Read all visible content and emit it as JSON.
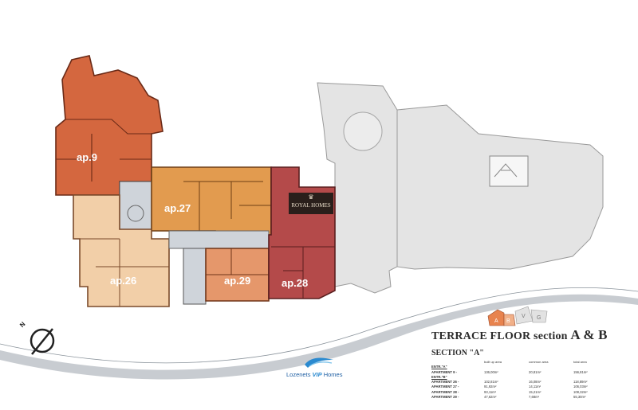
{
  "plan": {
    "apartments": [
      {
        "id": "ap9",
        "label": "ap.9",
        "color": "#d4673f"
      },
      {
        "id": "ap27",
        "label": "ap.27",
        "color": "#e29b4f"
      },
      {
        "id": "ap26",
        "label": "ap.26",
        "color": "#f2cfa8"
      },
      {
        "id": "ap29",
        "label": "ap.29",
        "color": "#e5976b"
      },
      {
        "id": "ap28",
        "label": "ap.28",
        "color": "#b44a4a"
      }
    ],
    "terrace_color": "#e4e4e4",
    "stair_color": "#cfd4da",
    "watermark_line1": "ROYAL HOMES"
  },
  "key_map": {
    "labels": [
      "A",
      "B",
      "V",
      "G"
    ],
    "colors": [
      "#e8834e",
      "#f1b088",
      "#e2e2e2",
      "#e2e2e2"
    ]
  },
  "legend": {
    "title_main": "TERRACE FLOOR",
    "title_word": "section",
    "title_sections": "A & B",
    "section_head": "SECTION \"A\"",
    "columns": [
      "built up area",
      "common area",
      "total area"
    ],
    "rows": [
      {
        "name": "ENTR.\"A\"",
        "entr": true,
        "built": "",
        "common": "",
        "total": ""
      },
      {
        "name": "APARTMENT 9 -",
        "entr": false,
        "built": "136,00m²",
        "common": "20,81m²",
        "total": "156,81m²"
      },
      {
        "name": "ENTR.\"B\"",
        "entr": true,
        "built": "",
        "common": "",
        "total": ""
      },
      {
        "name": "APARTMENT 26 -",
        "entr": false,
        "built": "102,81m²",
        "common": "16,08m²",
        "total": "118,89m²"
      },
      {
        "name": "APARTMENT 27 -",
        "entr": false,
        "built": "91,92m²",
        "common": "14,11m²",
        "total": "106,03m²"
      },
      {
        "name": "APARTMENT 28 -",
        "entr": false,
        "built": "93,11m²",
        "common": "15,21m²",
        "total": "108,32m²"
      },
      {
        "name": "APARTMENT 29 -",
        "entr": false,
        "built": "47,62m²",
        "common": "7,68m²",
        "total": "55,30m²"
      }
    ]
  },
  "logo": {
    "name_part1": "Lozenets ",
    "name_part2": "VIP",
    "name_part3": " Homes"
  },
  "compass": {
    "north_label": "N"
  }
}
